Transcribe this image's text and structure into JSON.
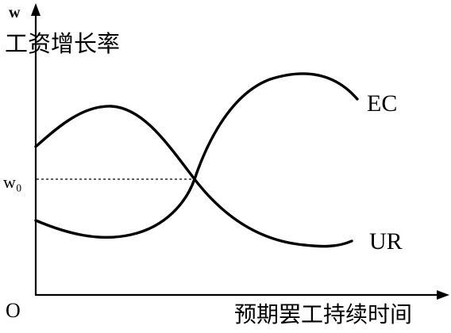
{
  "y_axis": {
    "variable": "w",
    "title": "工资增长率",
    "marked_value": "w₀"
  },
  "x_axis": {
    "title": "预期罢工持续时间",
    "origin": "O"
  },
  "curves": {
    "ec": {
      "label": "EC"
    },
    "ur": {
      "label": "UR"
    }
  },
  "colors": {
    "line": "#000000",
    "background": "#ffffff"
  }
}
